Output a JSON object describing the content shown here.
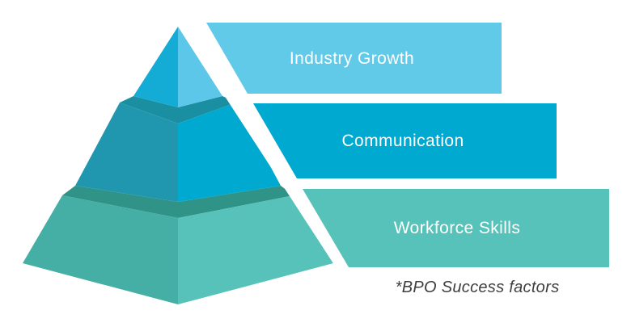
{
  "diagram": {
    "type": "pyramid-with-bars",
    "caption": "*BPO Success factors",
    "levels": [
      {
        "rank": 1,
        "label": "Industry Growth"
      },
      {
        "rank": 2,
        "label": "Communication"
      },
      {
        "rank": 3,
        "label": "Workforce Skills"
      }
    ]
  },
  "colors": {
    "background": "#ffffff",
    "tier1_left": "#14acd5",
    "tier1_right": "#5cc7e8",
    "tier2_left": "#2097af",
    "tier2_right": "#00a9cf",
    "tier2_top": "#1b8fa2",
    "tier3_left": "#45afa6",
    "tier3_right": "#57c2b9",
    "tier3_top": "#2f9387",
    "bar1_fill": "#61cae9",
    "bar2_fill": "#00a9cf",
    "bar3_fill": "#57c2b9",
    "label_text": "#ffffff",
    "caption_text": "#3e3e3e"
  }
}
